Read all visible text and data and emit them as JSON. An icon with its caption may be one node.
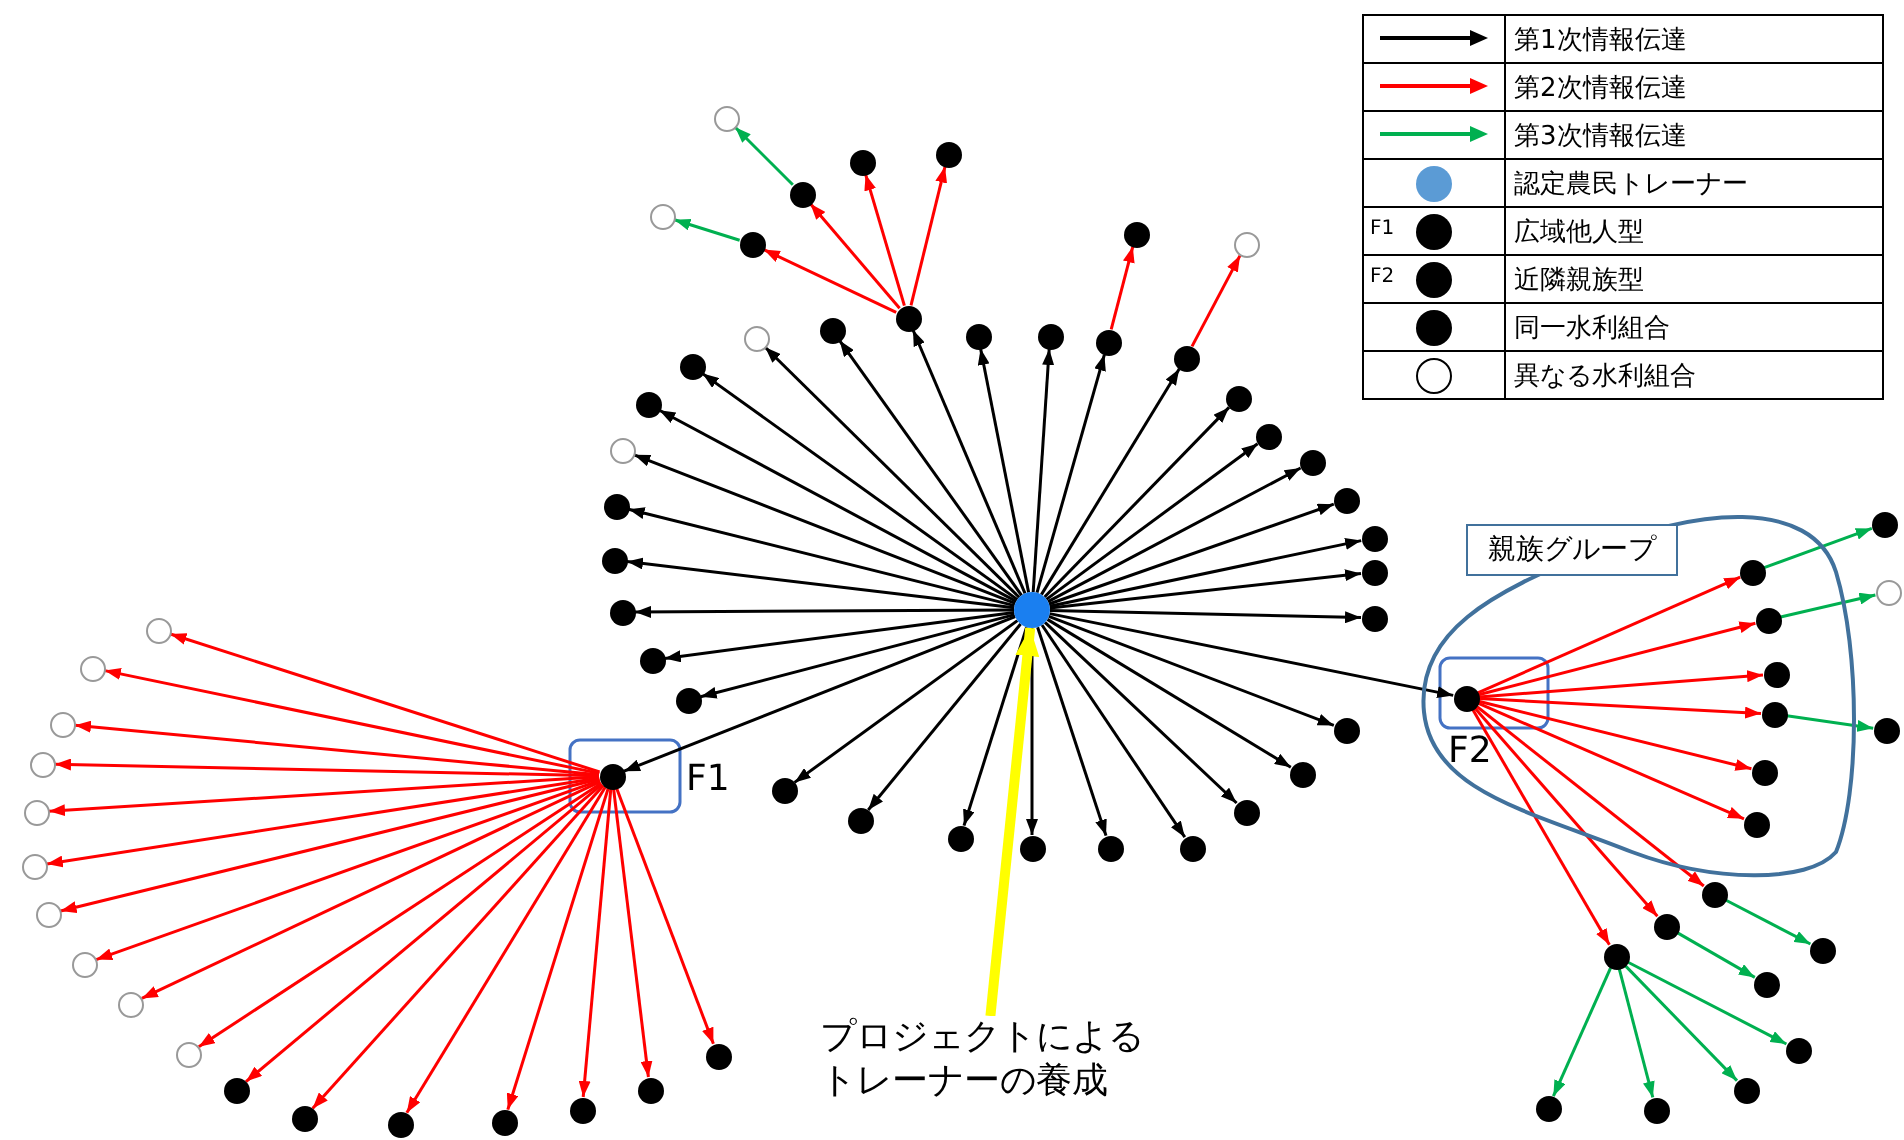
{
  "diagram": {
    "nodes": [
      {
        "text": [
          "親族グループ"
        ]
      },
      {
        "text": [],
        "shape": "circle"
      },
      {
        "text": [],
        "shape": "circle"
      },
      {
        "text": [],
        "shape": "circle"
      },
      {
        "text": [],
        "shape": "circle"
      },
      {
        "text": [],
        "shape": "circle"
      },
      {
        "text": [],
        "shape": "circle"
      },
      {
        "text": [],
        "shape": "circle"
      },
      {
        "text": [],
        "shape": "circle"
      },
      {
        "text": [],
        "shape": "circle"
      },
      {
        "text": [],
        "shape": "circle"
      },
      {
        "text": [],
        "shape": "circle"
      },
      {
        "text": [],
        "shape": "circle"
      },
      {
        "text": [],
        "shape": "circle"
      },
      {
        "text": [],
        "shape": "circle"
      },
      {
        "text": [],
        "shape": "circle"
      },
      {
        "text": [],
        "shape": "circle"
      },
      {
        "text": [],
        "shape": "circle"
      },
      {
        "text": [],
        "shape": "circle"
      },
      {
        "text": [],
        "shape": "circle"
      },
      {
        "text": [],
        "shape": "circle"
      },
      {
        "text": [],
        "shape": "circle"
      },
      {
        "text": [],
        "shape": "circle",
        "in": 0,
        "beside": [
          "F2"
        ]
      },
      {
        "text": [],
        "shape": "circle"
      },
      {
        "text": [],
        "shape": "circle"
      },
      {
        "text": [],
        "shape": "circle"
      },
      {
        "text": [],
        "shape": "circle"
      },
      {
        "text": [],
        "shape": "circle"
      },
      {
        "text": [],
        "shape": "circle"
      },
      {
        "text": [],
        "shape": "circle"
      },
      {
        "text": [],
        "shape": "circle"
      },
      {
        "text": [],
        "shape": "circle"
      },
      {
        "text": [],
        "shape": "circle",
        "beside": [
          "F1"
        ]
      },
      {
        "text": [],
        "shape": "circle"
      },
      {
        "text": [],
        "shape": "circle"
      },
      {
        "text": [],
        "shape": "circle"
      },
      {
        "text": [],
        "shape": "circle"
      },
      {
        "text": [],
        "shape": "circle"
      },
      {
        "text": [],
        "shape": "circle"
      },
      {
        "text": [],
        "shape": "circle"
      },
      {
        "text": [],
        "shape": "circle"
      },
      {
        "text": [],
        "shape": "circle"
      },
      {
        "text": [],
        "shape": "circle"
      },
      {
        "text": [],
        "shape": "circle"
      },
      {
        "text": [],
        "shape": "circle"
      },
      {
        "text": [],
        "shape": "circle"
      },
      {
        "text": [],
        "shape": "circle"
      },
      {
        "text": [],
        "shape": "circle"
      },
      {
        "text": [],
        "shape": "circle"
      },
      {
        "text": [],
        "shape": "circle"
      },
      {
        "text": [],
        "shape": "circle"
      },
      {
        "text": [],
        "shape": "circle"
      },
      {
        "text": [],
        "shape": "circle"
      },
      {
        "text": [],
        "shape": "circle"
      },
      {
        "text": [],
        "shape": "circle"
      },
      {
        "text": [],
        "shape": "circle"
      },
      {
        "text": [],
        "shape": "circle"
      },
      {
        "text": [],
        "shape": "circle"
      },
      {
        "text": [],
        "shape": "circle",
        "in": 0
      },
      {
        "text": [],
        "shape": "circle",
        "in": 0
      },
      {
        "text": [],
        "shape": "circle",
        "in": 0
      },
      {
        "text": [],
        "shape": "circle",
        "in": 0
      },
      {
        "text": [],
        "shape": "circle",
        "in": 0
      },
      {
        "text": [],
        "shape": "circle",
        "in": 0
      },
      {
        "text": [],
        "shape": "circle"
      },
      {
        "text": [],
        "shape": "circle"
      },
      {
        "text": [],
        "shape": "circle"
      },
      {
        "text": [],
        "shape": "circle"
      },
      {
        "text": [],
        "shape": "circle"
      },
      {
        "text": [],
        "shape": "circle"
      },
      {
        "text": [],
        "shape": "circle"
      },
      {
        "text": [],
        "shape": "circle"
      },
      {
        "text": [],
        "shape": "circle"
      },
      {
        "text": [],
        "shape": "circle"
      },
      {
        "text": [],
        "shape": "circle"
      },
      {
        "text": [],
        "shape": "circle"
      },
      {
        "text": [],
        "shape": "circle"
      },
      {
        "text": [],
        "shape": "circle"
      },
      {
        "text": [
          "プロジェクトによるトレーナーの養成"
        ]
      }
    ],
    "edges": [
      {
        "from": 1,
        "to": 2,
        "arrow": "to"
      },
      {
        "from": 1,
        "to": 3,
        "arrow": "to"
      },
      {
        "from": 1,
        "to": 4,
        "arrow": "to"
      },
      {
        "from": 1,
        "to": 5,
        "arrow": "to"
      },
      {
        "from": 1,
        "to": 6,
        "arrow": "to"
      },
      {
        "from": 1,
        "to": 7,
        "arrow": "to"
      },
      {
        "from": 1,
        "to": 8,
        "arrow": "to"
      },
      {
        "from": 1,
        "to": 9,
        "arrow": "to"
      },
      {
        "from": 1,
        "to": 10,
        "arrow": "to"
      },
      {
        "from": 1,
        "to": 11,
        "arrow": "to"
      },
      {
        "from": 1,
        "to": 12,
        "arrow": "to"
      },
      {
        "from": 1,
        "to": 13,
        "arrow": "to"
      },
      {
        "from": 1,
        "to": 14,
        "arrow": "to"
      },
      {
        "from": 1,
        "to": 15,
        "arrow": "to"
      },
      {
        "from": 1,
        "to": 16,
        "arrow": "to"
      },
      {
        "from": 1,
        "to": 17,
        "arrow": "to"
      },
      {
        "from": 1,
        "to": 18,
        "arrow": "to"
      },
      {
        "from": 1,
        "to": 19,
        "arrow": "to"
      },
      {
        "from": 1,
        "to": 20,
        "arrow": "to"
      },
      {
        "from": 1,
        "to": 21,
        "arrow": "to"
      },
      {
        "from": 1,
        "to": 22,
        "arrow": "to"
      },
      {
        "from": 1,
        "to": 23,
        "arrow": "to"
      },
      {
        "from": 1,
        "to": 24,
        "arrow": "to"
      },
      {
        "from": 1,
        "to": 25,
        "arrow": "to"
      },
      {
        "from": 1,
        "to": 26,
        "arrow": "to"
      },
      {
        "from": 1,
        "to": 27,
        "arrow": "to"
      },
      {
        "from": 1,
        "to": 28,
        "arrow": "to"
      },
      {
        "from": 1,
        "to": 29,
        "arrow": "to"
      },
      {
        "from": 1,
        "to": 30,
        "arrow": "to"
      },
      {
        "from": 1,
        "to": 31,
        "arrow": "to"
      },
      {
        "from": 1,
        "to": 32,
        "arrow": "to"
      },
      {
        "from": 1,
        "to": 33,
        "arrow": "to"
      },
      {
        "from": 1,
        "to": 34,
        "arrow": "to"
      },
      {
        "from": 10,
        "to": 35,
        "arrow": "to",
        "color": "#ff0000"
      },
      {
        "from": 10,
        "to": 36,
        "arrow": "to",
        "color": "#ff0000"
      },
      {
        "from": 10,
        "to": 37,
        "arrow": "to",
        "color": "#ff0000"
      },
      {
        "from": 10,
        "to": 38,
        "arrow": "to",
        "color": "#ff0000"
      },
      {
        "from": 13,
        "to": 39,
        "arrow": "to",
        "color": "#ff0000"
      },
      {
        "from": 14,
        "to": 40,
        "arrow": "to",
        "color": "#ff0000"
      },
      {
        "from": 32,
        "to": 41,
        "arrow": "to",
        "color": "#ff0000"
      },
      {
        "from": 32,
        "to": 42,
        "arrow": "to",
        "color": "#ff0000"
      },
      {
        "from": 32,
        "to": 43,
        "arrow": "to",
        "color": "#ff0000"
      },
      {
        "from": 32,
        "to": 44,
        "arrow": "to",
        "color": "#ff0000"
      },
      {
        "from": 32,
        "to": 45,
        "arrow": "to",
        "color": "#ff0000"
      },
      {
        "from": 32,
        "to": 46,
        "arrow": "to",
        "color": "#ff0000"
      },
      {
        "from": 32,
        "to": 47,
        "arrow": "to",
        "color": "#ff0000"
      },
      {
        "from": 32,
        "to": 48,
        "arrow": "to",
        "color": "#ff0000"
      },
      {
        "from": 32,
        "to": 49,
        "arrow": "to",
        "color": "#ff0000"
      },
      {
        "from": 32,
        "to": 50,
        "arrow": "to",
        "color": "#ff0000"
      },
      {
        "from": 32,
        "to": 51,
        "arrow": "to",
        "color": "#ff0000"
      },
      {
        "from": 32,
        "to": 52,
        "arrow": "to",
        "color": "#ff0000"
      },
      {
        "from": 32,
        "to": 53,
        "arrow": "to",
        "color": "#ff0000"
      },
      {
        "from": 32,
        "to": 54,
        "arrow": "to",
        "color": "#ff0000"
      },
      {
        "from": 32,
        "to": 55,
        "arrow": "to",
        "color": "#ff0000"
      },
      {
        "from": 32,
        "to": 56,
        "arrow": "to",
        "color": "#ff0000"
      },
      {
        "from": 32,
        "to": 57,
        "arrow": "to",
        "color": "#ff0000"
      },
      {
        "from": 22,
        "to": 58,
        "arrow": "to",
        "color": "#ff0000"
      },
      {
        "from": 22,
        "to": 59,
        "arrow": "to",
        "color": "#ff0000"
      },
      {
        "from": 22,
        "to": 60,
        "arrow": "to",
        "color": "#ff0000"
      },
      {
        "from": 22,
        "to": 61,
        "arrow": "to",
        "color": "#ff0000"
      },
      {
        "from": 22,
        "to": 62,
        "arrow": "to",
        "color": "#ff0000"
      },
      {
        "from": 22,
        "to": 63,
        "arrow": "to",
        "color": "#ff0000"
      },
      {
        "from": 22,
        "to": 64,
        "arrow": "to",
        "color": "#ff0000"
      },
      {
        "from": 22,
        "to": 65,
        "arrow": "to",
        "color": "#ff0000"
      },
      {
        "from": 22,
        "to": 66,
        "arrow": "to",
        "color": "#ff0000"
      },
      {
        "from": 35,
        "to": 67,
        "arrow": "to",
        "color": "#00b050"
      },
      {
        "from": 36,
        "to": 68,
        "arrow": "to",
        "color": "#00b050"
      },
      {
        "from": 58,
        "to": 69,
        "arrow": "to",
        "color": "#00b050"
      },
      {
        "from": 59,
        "to": 70,
        "arrow": "to",
        "color": "#00b050"
      },
      {
        "from": 61,
        "to": 71,
        "arrow": "to",
        "color": "#00b050"
      },
      {
        "from": 64,
        "to": 72,
        "arrow": "to",
        "color": "#00b050"
      },
      {
        "from": 65,
        "to": 73,
        "arrow": "to",
        "color": "#00b050"
      },
      {
        "from": 66,
        "to": 74,
        "arrow": "to",
        "color": "#00b050"
      },
      {
        "from": 66,
        "to": 75,
        "arrow": "to",
        "color": "#00b050"
      },
      {
        "from": 66,
        "to": 76,
        "arrow": "to",
        "color": "#00b050"
      },
      {
        "from": 66,
        "to": 77,
        "arrow": "to",
        "color": "#00b050"
      },
      {
        "from": 78,
        "to": 1,
        "arrow": "to",
        "style": "thick",
        "color": "#ffff00"
      }
    ],
    "labels": [
      "F1",
      "F2"
    ],
    "legend": [
      {
        "text": "第1次情報伝達"
      },
      {
        "text": "第2次情報伝達"
      },
      {
        "text": "第3次情報伝達"
      },
      {
        "text": "認定農民トレーナー",
        "color": "#5b9bd5"
      },
      {
        "text": "広域他人型",
        "color": "#000000"
      },
      {
        "text": "近隣親族型",
        "color": "#000000"
      },
      {
        "text": "同一水利組合",
        "color": "#000000"
      },
      {
        "text": "異なる水利組合",
        "color": "#ffffff"
      }
    ]
  }
}
